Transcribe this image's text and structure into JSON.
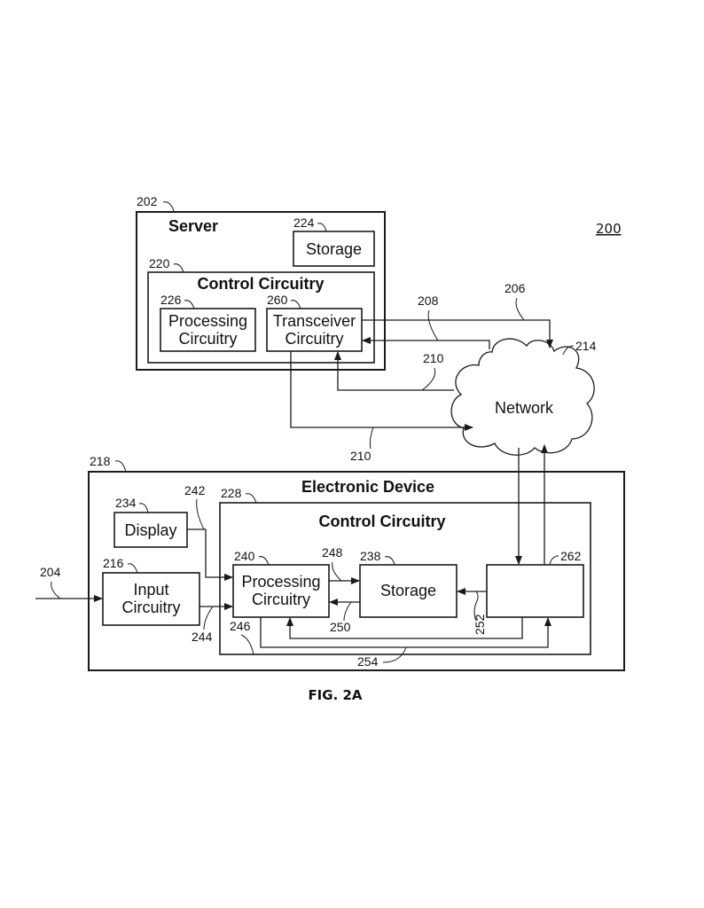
{
  "figure": {
    "caption": "FIG. 2A",
    "system_ref": "200"
  },
  "server": {
    "ref": "202",
    "title": "Server",
    "storage": {
      "ref": "224",
      "label": "Storage"
    },
    "control": {
      "ref": "220",
      "title": "Control Circuitry",
      "processing": {
        "ref": "226",
        "line1": "Processing",
        "line2": "Circuitry"
      },
      "transceiver": {
        "ref": "260",
        "line1": "Transceiver",
        "line2": "Circuitry"
      }
    }
  },
  "network": {
    "ref": "214",
    "label": "Network"
  },
  "links": {
    "l206": "206",
    "l208": "208",
    "l210a": "210",
    "l210b": "210",
    "l204": "204",
    "l242": "242",
    "l244": "244",
    "l246": "246",
    "l248": "248",
    "l250": "250",
    "l252": "252",
    "l254": "254"
  },
  "device": {
    "ref": "218",
    "title": "Electronic Device",
    "display": {
      "ref": "234",
      "label": "Display"
    },
    "input": {
      "ref": "216",
      "line1": "Input",
      "line2": "Circuitry"
    },
    "control": {
      "ref": "228",
      "title": "Control Circuitry",
      "processing": {
        "ref": "240",
        "line1": "Processing",
        "line2": "Circuitry"
      },
      "storage": {
        "ref": "238",
        "label": "Storage"
      },
      "transceiver": {
        "ref": "262",
        "label": ""
      }
    }
  }
}
